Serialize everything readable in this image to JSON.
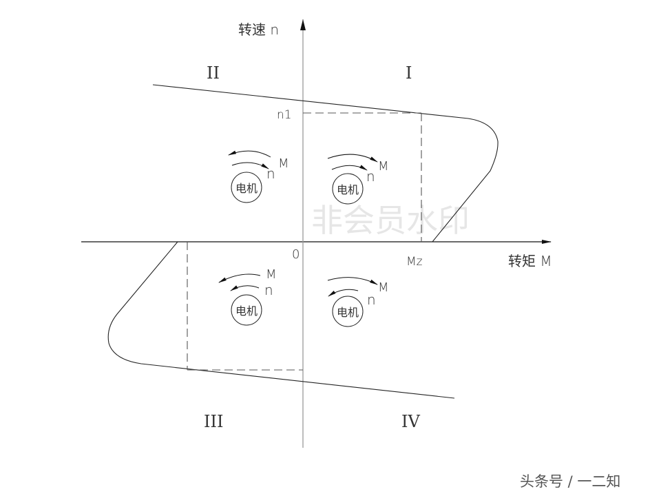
{
  "axes": {
    "y_label": "转速 n",
    "x_label": "转矩 M",
    "origin": "0",
    "n1": "n1",
    "mz": "Mz"
  },
  "quadrants": {
    "q1": "I",
    "q2": "II",
    "q3": "III",
    "q4": "IV"
  },
  "motor": {
    "label": "电机",
    "m": "M",
    "n": "n"
  },
  "watermark": "非会员水印",
  "footer": "头条号 / 一二知"
}
